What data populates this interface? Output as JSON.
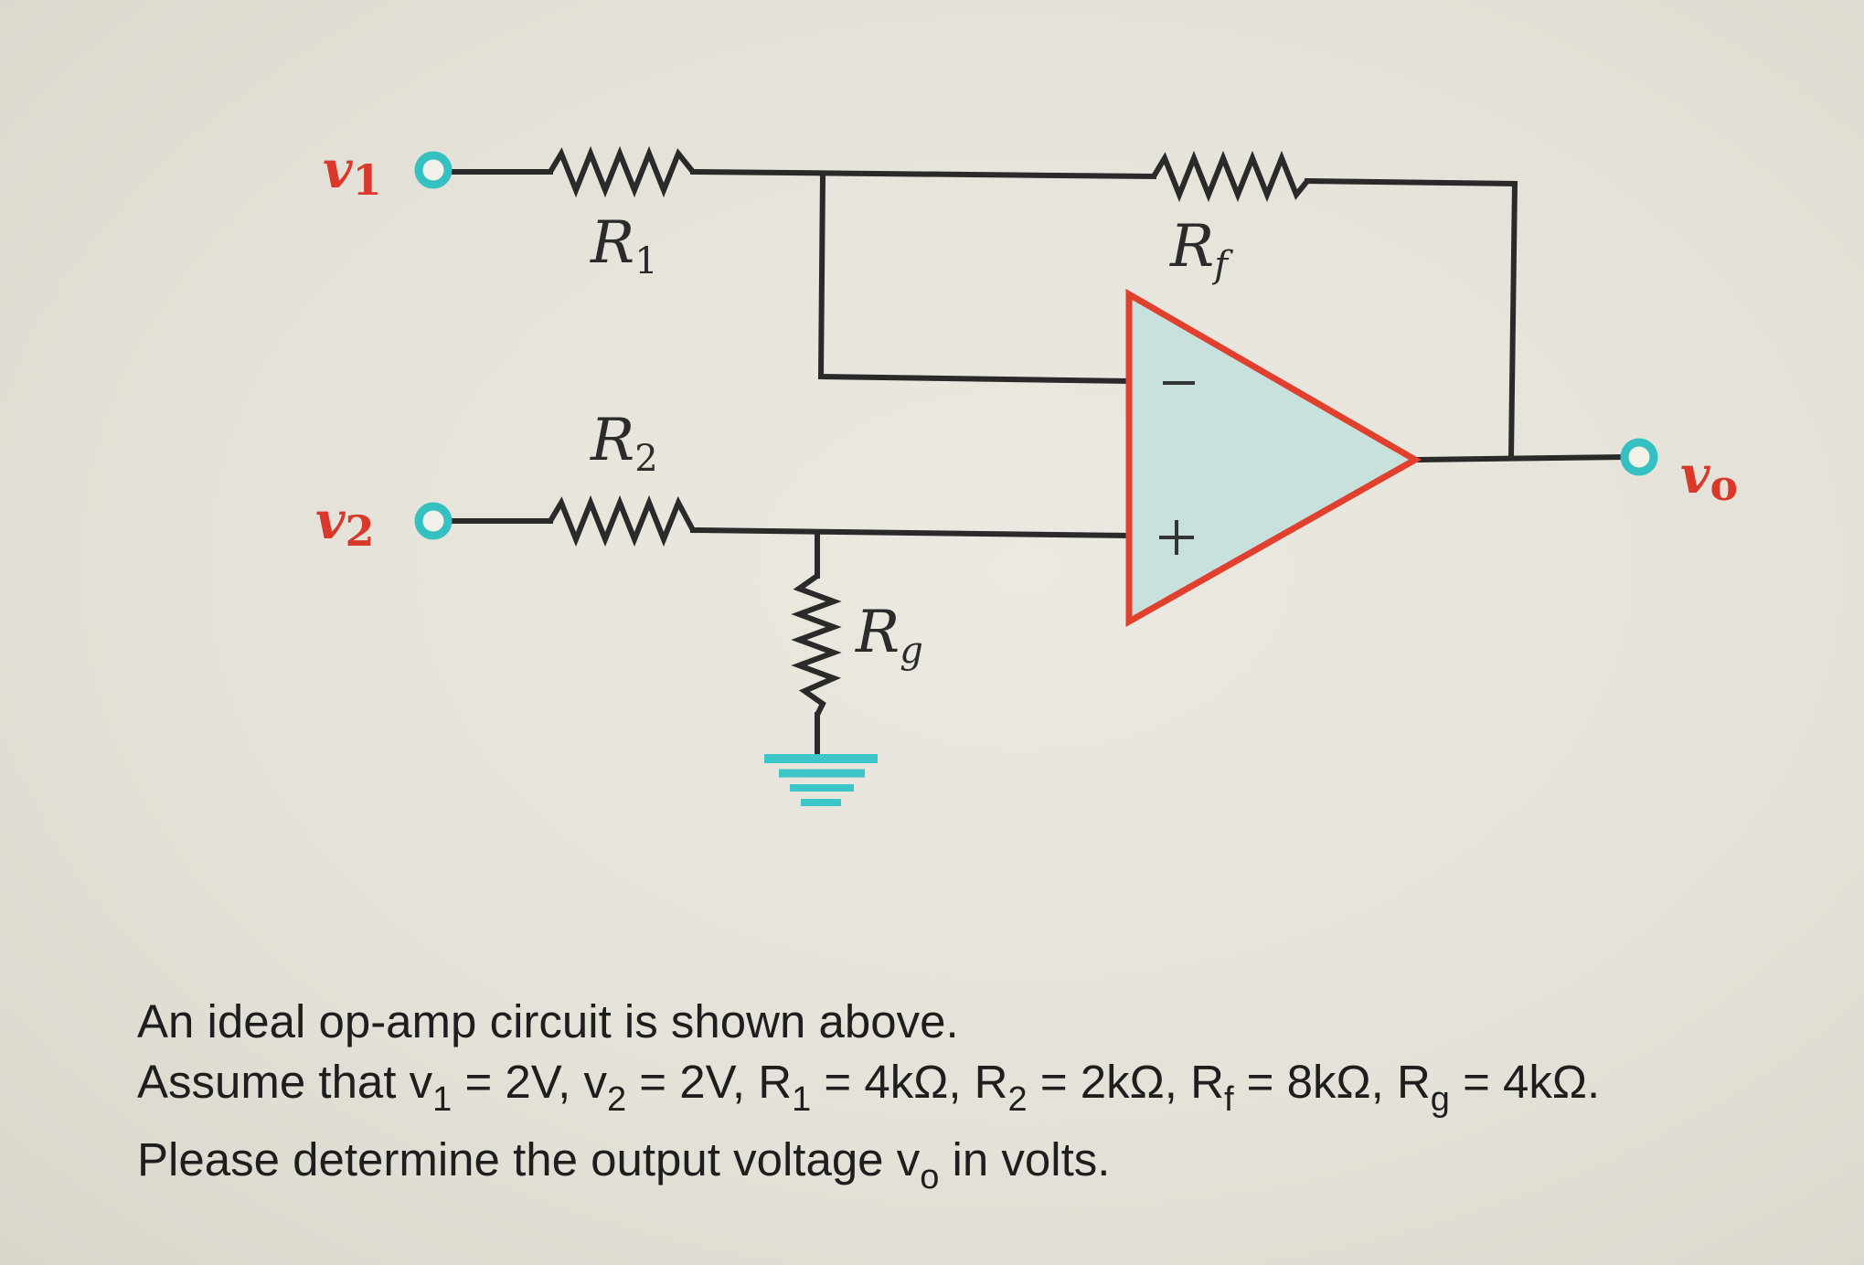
{
  "diagram": {
    "labels": {
      "v1": "v",
      "v1_sub": "1",
      "v2": "v",
      "v2_sub": "2",
      "vo": "v",
      "vo_sub": "o",
      "r1": "R",
      "r1_sub": "1",
      "r2": "R",
      "r2_sub": "2",
      "rf": "R",
      "rf_sub": "f",
      "rg": "R",
      "rg_sub": "g",
      "minus": "−",
      "plus": "+"
    },
    "colors": {
      "wire": "#2a2a2a",
      "terminal": "#35c0c2",
      "ground": "#3cc6c8",
      "opamp_fill": "#c8e1dc",
      "opamp_outline": "#e2402f",
      "voltage_label": "#d8392b"
    }
  },
  "question": {
    "line1": "An ideal op-amp circuit is shown above.",
    "line2": {
      "p1": "Assume that v",
      "s1": "1",
      "p2": " = 2V, v",
      "s2": "2",
      "p3": " = 2V, R",
      "s3": "1",
      "p4": " =  4kΩ, R",
      "s4": "2",
      "p5": " = 2kΩ, R",
      "s5": "f",
      "p6": " = 8kΩ, R",
      "s6": "g",
      "p7": " = 4kΩ."
    },
    "line3": {
      "p1": "Please determine the output voltage v",
      "s1": "o",
      "p2": " in volts."
    }
  }
}
